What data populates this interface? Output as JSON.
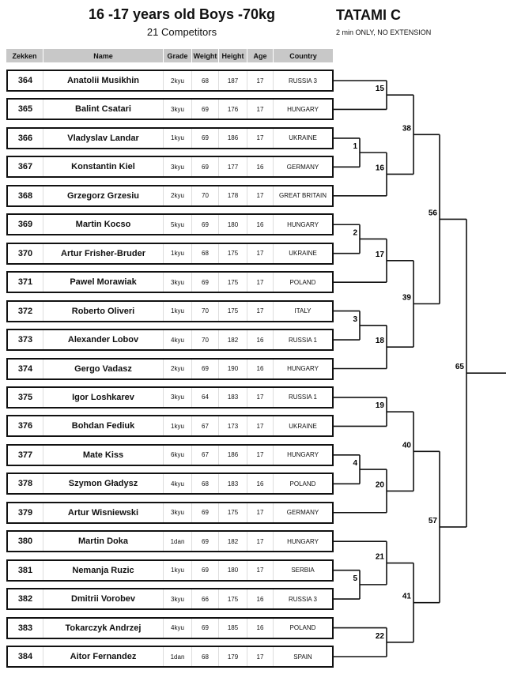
{
  "header": {
    "title": "16 -17 years old  Boys -70kg",
    "competitors": "21 Competitors",
    "tatami": "TATAMI  C",
    "rule": "2 min ONLY, NO EXTENSION"
  },
  "columns": [
    "Zekken",
    "Name",
    "Grade",
    "Weight",
    "Height",
    "Age",
    "Country"
  ],
  "competitors": [
    [
      "364",
      "Anatolii Musikhin",
      "2kyu",
      "68",
      "187",
      "17",
      "RUSSIA 3"
    ],
    [
      "365",
      "Balint Csatari",
      "3kyu",
      "69",
      "176",
      "17",
      "HUNGARY"
    ],
    [
      "366",
      "Vladyslav Landar",
      "1kyu",
      "69",
      "186",
      "17",
      "UKRAINE"
    ],
    [
      "367",
      "Konstantin Kiel",
      "3kyu",
      "69",
      "177",
      "16",
      "GERMANY"
    ],
    [
      "368",
      "Grzegorz Grzesiu",
      "2kyu",
      "70",
      "178",
      "17",
      "GREAT BRITAIN"
    ],
    [
      "369",
      "Martin Kocso",
      "5kyu",
      "69",
      "180",
      "16",
      "HUNGARY"
    ],
    [
      "370",
      "Artur Frisher-Bruder",
      "1kyu",
      "68",
      "175",
      "17",
      "UKRAINE"
    ],
    [
      "371",
      "Pawel Morawiak",
      "3kyu",
      "69",
      "175",
      "17",
      "POLAND"
    ],
    [
      "372",
      "Roberto Oliveri",
      "1kyu",
      "70",
      "175",
      "17",
      "ITALY"
    ],
    [
      "373",
      "Alexander Lobov",
      "4kyu",
      "70",
      "182",
      "16",
      "RUSSIA 1"
    ],
    [
      "374",
      "Gergo Vadasz",
      "2kyu",
      "69",
      "190",
      "16",
      "HUNGARY"
    ],
    [
      "375",
      "Igor  Loshkarev",
      "3kyu",
      "64",
      "183",
      "17",
      "RUSSIA 1"
    ],
    [
      "376",
      "Bohdan Fediuk",
      "1kyu",
      "67",
      "173",
      "17",
      "UKRAINE"
    ],
    [
      "377",
      "Mate Kiss",
      "6kyu",
      "67",
      "186",
      "17",
      "HUNGARY"
    ],
    [
      "378",
      "Szymon Gładysz",
      "4kyu",
      "68",
      "183",
      "16",
      "POLAND"
    ],
    [
      "379",
      "Artur Wisniewski",
      "3kyu",
      "69",
      "175",
      "17",
      "GERMANY"
    ],
    [
      "380",
      "Martin Doka",
      "1dan",
      "69",
      "182",
      "17",
      "HUNGARY"
    ],
    [
      "381",
      "Nemanja Ruzic",
      "1kyu",
      "69",
      "180",
      "17",
      "SERBIA"
    ],
    [
      "382",
      "Dmitrii Vorobev",
      "3kyu",
      "66",
      "175",
      "16",
      "RUSSIA 3"
    ],
    [
      "383",
      "Tokarczyk Andrzej",
      "4kyu",
      "69",
      "185",
      "16",
      "POLAND"
    ],
    [
      "384",
      "Aitor Fernandez",
      "1dan",
      "68",
      "179",
      "17",
      "SPAIN"
    ]
  ],
  "matches": [
    {
      "no": "1",
      "level": 1,
      "a": "r2",
      "b": "r3"
    },
    {
      "no": "2",
      "level": 1,
      "a": "r5",
      "b": "r6"
    },
    {
      "no": "3",
      "level": 1,
      "a": "r8",
      "b": "r9"
    },
    {
      "no": "4",
      "level": 1,
      "a": "r13",
      "b": "r14"
    },
    {
      "no": "5",
      "level": 1,
      "a": "r17",
      "b": "r18"
    },
    {
      "no": "15",
      "level": 2,
      "a": "r0",
      "b": "r1"
    },
    {
      "no": "16",
      "level": 2,
      "a": "m1",
      "b": "r4"
    },
    {
      "no": "17",
      "level": 2,
      "a": "m2",
      "b": "r7"
    },
    {
      "no": "18",
      "level": 2,
      "a": "m3",
      "b": "r10"
    },
    {
      "no": "19",
      "level": 2,
      "a": "r11",
      "b": "r12"
    },
    {
      "no": "20",
      "level": 2,
      "a": "m4",
      "b": "r15"
    },
    {
      "no": "21",
      "level": 2,
      "a": "r16",
      "b": "m5"
    },
    {
      "no": "22",
      "level": 2,
      "a": "r19",
      "b": "r20"
    },
    {
      "no": "38",
      "level": 3,
      "a": "m15",
      "b": "m16"
    },
    {
      "no": "39",
      "level": 3,
      "a": "m17",
      "b": "m18"
    },
    {
      "no": "40",
      "level": 3,
      "a": "m19",
      "b": "m20"
    },
    {
      "no": "41",
      "level": 3,
      "a": "m21",
      "b": "m22"
    },
    {
      "no": "56",
      "level": 4,
      "a": "m38",
      "b": "m39"
    },
    {
      "no": "57",
      "level": 4,
      "a": "m40",
      "b": "m41"
    },
    {
      "no": "65",
      "level": 5,
      "a": "m56",
      "b": "m57"
    }
  ]
}
